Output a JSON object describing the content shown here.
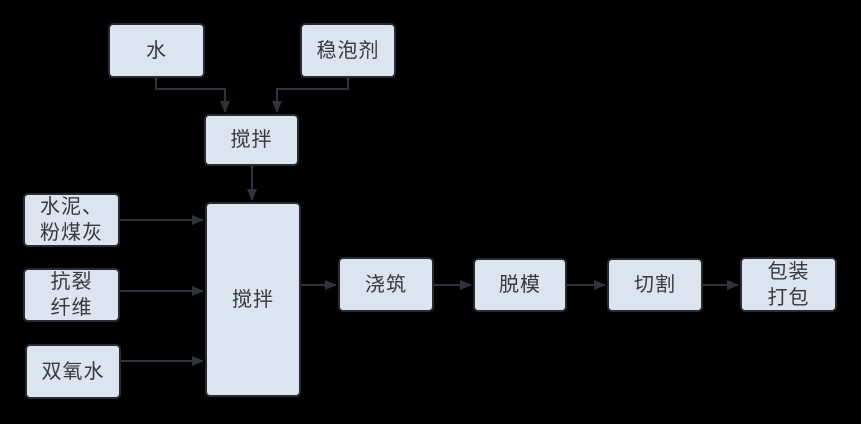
{
  "diagram": {
    "title": "aerated-concrete-production-flowchart",
    "colors": {
      "background": "#000000",
      "node_fill": "#dce4f0",
      "node_border": "#272b31",
      "arrow": "#2f343a",
      "text": "#36393d"
    },
    "nodes": {
      "water": {
        "label": "水"
      },
      "foam_stabilizer": {
        "label": "稳泡剂"
      },
      "mixing_1": {
        "label": "搅拌"
      },
      "mixing_2": {
        "label": "搅拌"
      },
      "cement_fly_ash": {
        "label": "水泥、\n粉煤灰"
      },
      "anti_crack_fiber": {
        "label": "抗裂\n纤维"
      },
      "hydrogen_peroxide": {
        "label": "双氧水"
      },
      "pouring": {
        "label": "浇筑"
      },
      "demolding": {
        "label": "脱模"
      },
      "cutting": {
        "label": "切割"
      },
      "packing": {
        "label": "包装\n打包"
      }
    },
    "edges": [
      {
        "from": "water",
        "to": "mixing_1"
      },
      {
        "from": "foam_stabilizer",
        "to": "mixing_1"
      },
      {
        "from": "mixing_1",
        "to": "mixing_2"
      },
      {
        "from": "cement_fly_ash",
        "to": "mixing_2"
      },
      {
        "from": "anti_crack_fiber",
        "to": "mixing_2"
      },
      {
        "from": "hydrogen_peroxide",
        "to": "mixing_2"
      },
      {
        "from": "mixing_2",
        "to": "pouring"
      },
      {
        "from": "pouring",
        "to": "demolding"
      },
      {
        "from": "demolding",
        "to": "cutting"
      },
      {
        "from": "cutting",
        "to": "packing"
      }
    ]
  }
}
